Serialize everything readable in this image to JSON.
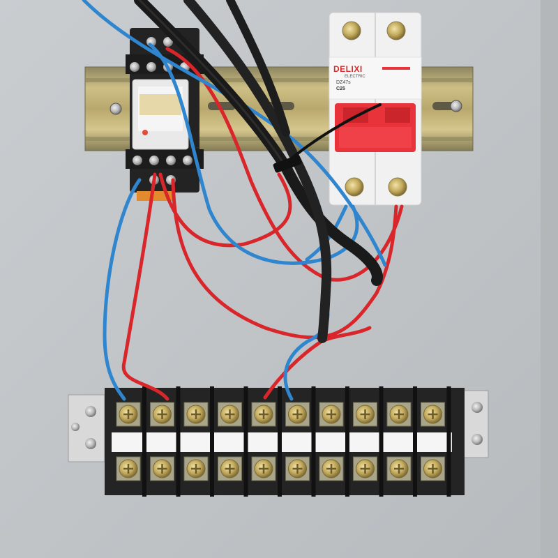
{
  "breaker": {
    "brand": "DELIXI",
    "subtitle": "ELECTRIC",
    "model": "DZ47s",
    "rating": "C25"
  },
  "colors": {
    "panel": "#c3c7ca",
    "din_rail": "#b9a66b",
    "wire_red": "#d8262b",
    "wire_blue": "#2f86cf",
    "cable_black": "#1a1a1a",
    "breaker_body": "#f1f1f1",
    "breaker_red": "#e8333a",
    "terminal_black": "#222222",
    "relay_window": "#e9e9e9"
  },
  "terminal_block": {
    "columns": 10,
    "rows": 2
  }
}
